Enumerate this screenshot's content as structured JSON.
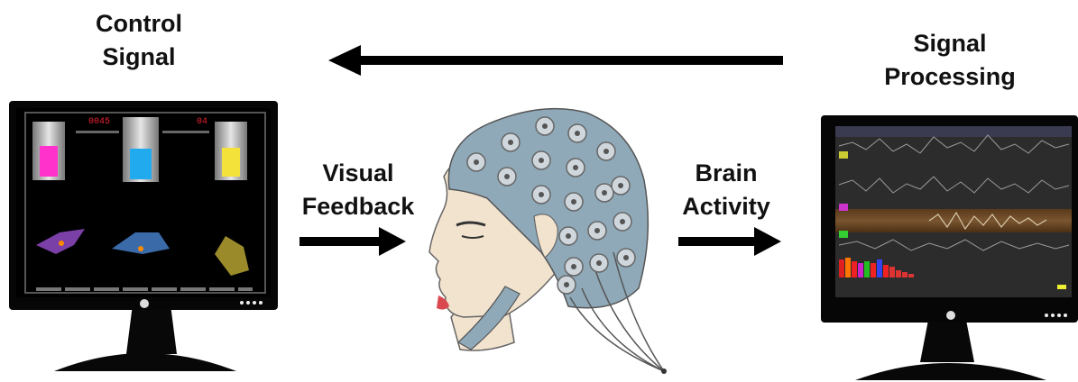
{
  "labels": {
    "control": [
      "Control",
      "Signal"
    ],
    "processing": [
      "Signal",
      "Processing"
    ],
    "visual": [
      "Visual",
      "Feedback"
    ],
    "brain": [
      "Brain",
      "Activity"
    ]
  },
  "game_screen": {
    "score_left": "0045",
    "score_right": "04"
  },
  "colors": {
    "background": "#ffffff",
    "text": "#111111",
    "arrow": "#000000",
    "cap": "#8fa9b8",
    "skin": "#f2e3cf",
    "magenta": "#ff33cc",
    "cyan": "#22aaee",
    "yellow": "#f2e23a"
  },
  "icons": [
    "game-monitor",
    "eeg-head",
    "processing-monitor",
    "arrow-left",
    "arrow-right",
    "arrow-right"
  ]
}
